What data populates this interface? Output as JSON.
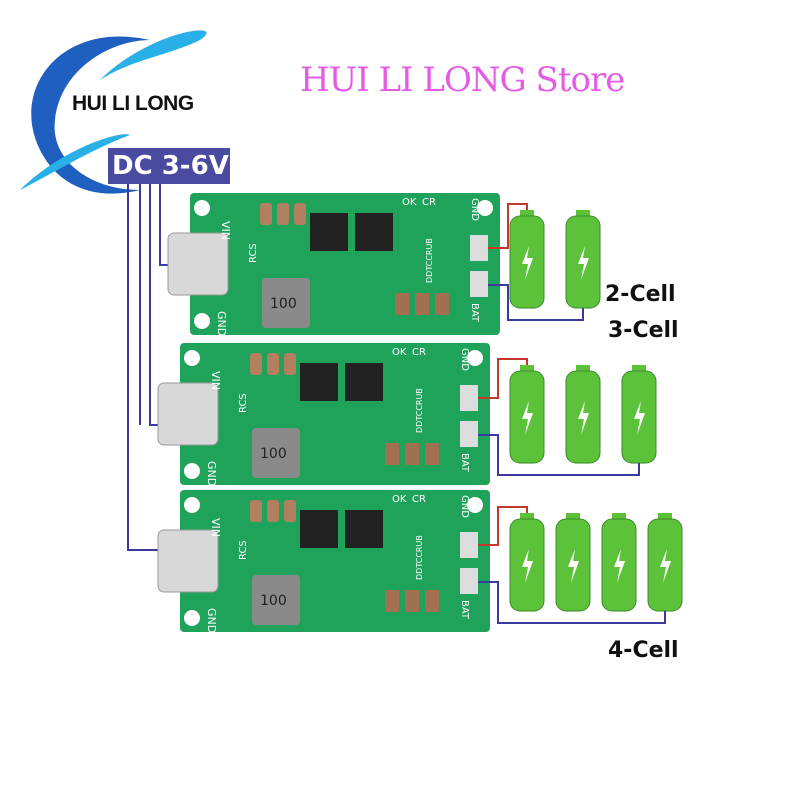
{
  "brand": {
    "name": "HUI LI LONG",
    "input_label": "DC 3-6V",
    "watermark": "HUI LI LONG Store"
  },
  "board_labels": {
    "vin": "VIN",
    "gnd": "GND",
    "rcs": "RCS",
    "ok": "OK",
    "cr": "CR",
    "gnd_out": "GND",
    "ctrl": "DDTCCRUB",
    "bat": "BAT",
    "inductor": "100"
  },
  "configurations": [
    {
      "label": "2-Cell",
      "cells": 2
    },
    {
      "label": "3-Cell",
      "cells": 3
    },
    {
      "label": "4-Cell",
      "cells": 4
    }
  ],
  "colors": {
    "pcb": "#1fa35a",
    "battery": "#5cc23a",
    "wire_red": "#c0392b",
    "wire_blue": "#3a3aa0",
    "label_bg": "#4a4aa0"
  }
}
